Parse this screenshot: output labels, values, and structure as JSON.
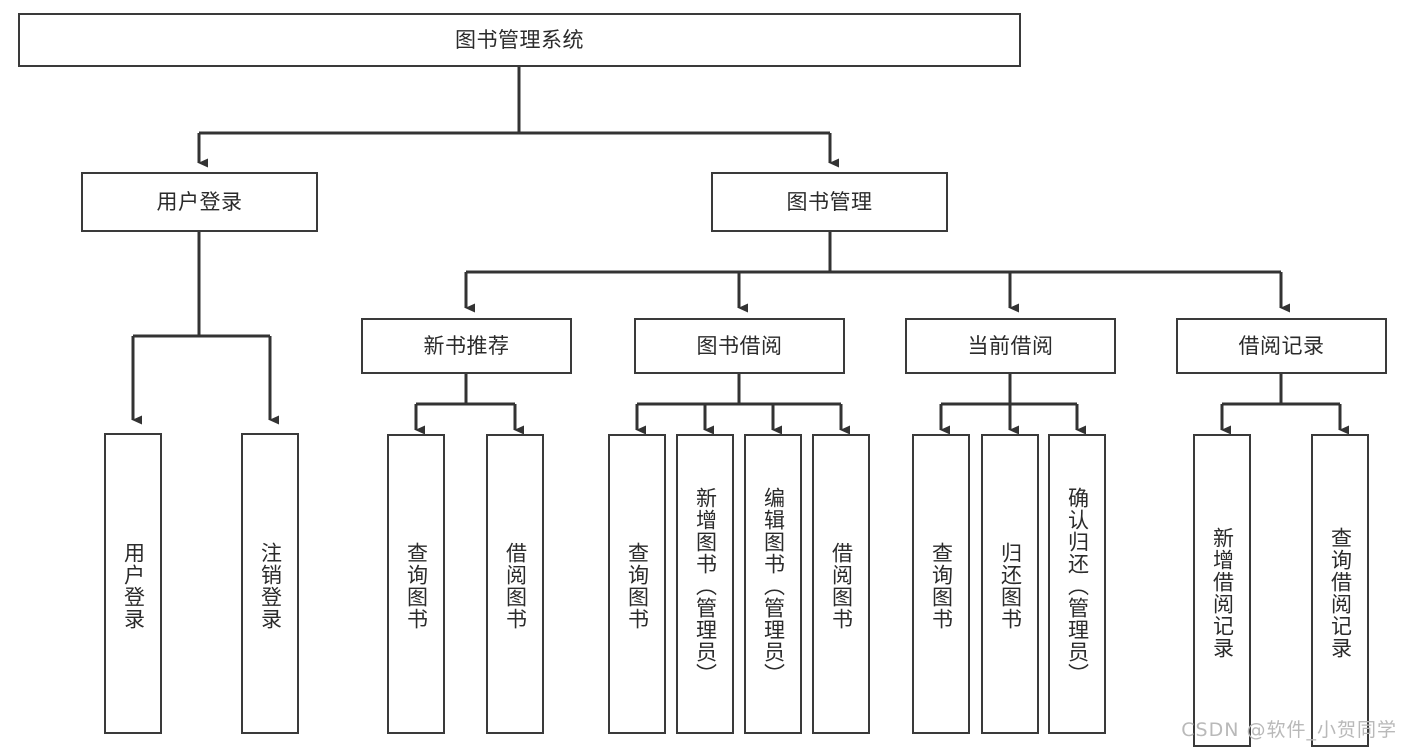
{
  "diagram": {
    "title": "图书管理系统",
    "type": "hierarchy-tree",
    "orientation": "top-down",
    "root": {
      "id": "root",
      "label": "图书管理系统"
    },
    "level2": [
      {
        "id": "user-login",
        "label": "用户登录"
      },
      {
        "id": "book-manage",
        "label": "图书管理"
      }
    ],
    "level3": [
      {
        "id": "new-book-recommend",
        "label": "新书推荐",
        "parent": "book-manage"
      },
      {
        "id": "book-borrow",
        "label": "图书借阅",
        "parent": "book-manage"
      },
      {
        "id": "current-borrow",
        "label": "当前借阅",
        "parent": "book-manage"
      },
      {
        "id": "borrow-record",
        "label": "借阅记录",
        "parent": "book-manage"
      }
    ],
    "leaves": [
      {
        "id": "leaf-user-login",
        "label": "用户登录",
        "parent": "user-login"
      },
      {
        "id": "leaf-logout-login",
        "label": "注销登录",
        "parent": "user-login"
      },
      {
        "id": "leaf-query-book-1",
        "label": "查询图书",
        "parent": "new-book-recommend"
      },
      {
        "id": "leaf-borrow-book-1",
        "label": "借阅图书",
        "parent": "new-book-recommend"
      },
      {
        "id": "leaf-query-book-2",
        "label": "查询图书",
        "parent": "book-borrow"
      },
      {
        "id": "leaf-add-book",
        "label": "新增图书（管理员）",
        "parent": "book-borrow"
      },
      {
        "id": "leaf-edit-book",
        "label": "编辑图书（管理员）",
        "parent": "book-borrow"
      },
      {
        "id": "leaf-borrow-book-2",
        "label": "借阅图书",
        "parent": "book-borrow"
      },
      {
        "id": "leaf-query-book-3",
        "label": "查询图书",
        "parent": "current-borrow"
      },
      {
        "id": "leaf-return-book",
        "label": "归还图书",
        "parent": "current-borrow"
      },
      {
        "id": "leaf-confirm-return",
        "label": "确认归还（管理员）",
        "parent": "current-borrow"
      },
      {
        "id": "leaf-add-record",
        "label": "新增借阅记录",
        "parent": "borrow-record"
      },
      {
        "id": "leaf-query-record",
        "label": "查询借阅记录",
        "parent": "borrow-record"
      }
    ]
  },
  "watermark": {
    "text": "CSDN @软件_小贺同学"
  },
  "colors": {
    "background": "#ffffff",
    "box_border": "#3a3a3a",
    "box_fill": "#ffffff",
    "text": "#2b2b2b",
    "connector": "#333333",
    "watermark": "#b9b9b9"
  }
}
